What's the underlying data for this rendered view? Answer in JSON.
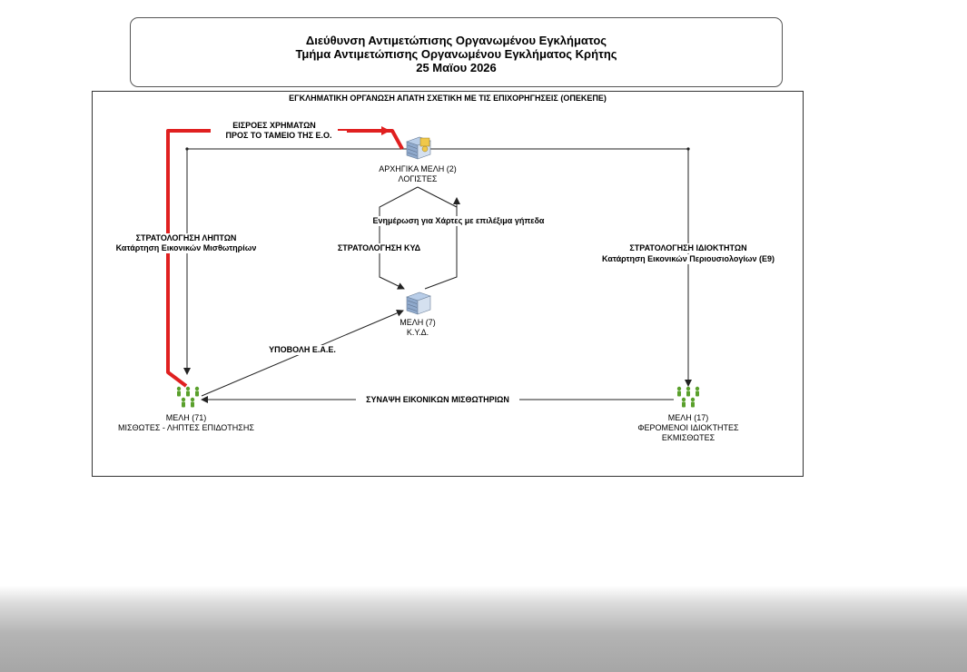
{
  "header": {
    "line1": "Διεύθυνση Αντιμετώπισης Οργανωμένου Εγκλήματος",
    "line2": "Τμήμα Αντιμετώπισης Οργανωμένου Εγκλήματος Κρήτης",
    "line3": "25 Μαϊου 2026"
  },
  "diagram": {
    "title": "ΕΓΚΛΗΜΑΤΙΚΗ ΟΡΓΑΝΩΣΗ ΑΠΑΤΗ ΣΧΕΤΙΚΗ ΜΕ ΤΙΣ ΕΠΙΧΟΡΗΓΗΣΕΙΣ (ΟΠΕΚΕΠΕ)",
    "nodes": {
      "leaders": {
        "label1": "ΑΡΧΗΓΙΚΑ ΜΕΛΗ (2)",
        "label2": "ΛΟΓΙΣΤΕΣ",
        "icon": "server-rack-icon"
      },
      "kyd": {
        "label1": "ΜΕΛΗ (7)",
        "label2": "Κ.Υ.Δ.",
        "icon": "server-rack-icon"
      },
      "tenants": {
        "label1": "ΜΕΛΗ  (71)",
        "label2": "ΜΙΣΘΩΤΕΣ - ΛΗΠΤΕΣ ΕΠΙΔΟΤΗΣΗΣ",
        "icon": "people-group-icon"
      },
      "owners": {
        "label1": "ΜΕΛΗ  (17)",
        "label2": "ΦΕΡΟΜΕΝΟΙ    ΙΔΙΟΚΤΗΤΕΣ",
        "label3": "ΕΚΜΙΣΘΩΤΕΣ",
        "icon": "people-group-icon"
      }
    },
    "edges": {
      "money_flow_1": "ΕΙΣΡΟΕΣ ΧΡΗΜΑΤΩΝ",
      "money_flow_2": "ΠΡΟΣ ΤΟ ΤΑΜΕΙΟ ΤΗΣ Ε.Ο.",
      "recruit_recipients_1": "ΣΤΡΑΤΟΛΟΓΗΣΗ ΛΗΠΤΩΝ",
      "recruit_recipients_2": "Κατάρτηση Εικονικών Μισθωτηρίων",
      "update_maps": "Ενημέρωση για Χάρτες με επιλέξιμα γήπεδα",
      "recruit_kyd": "ΣΤΡΑΤΟΛΟΓΗΣΗ ΚΥΔ",
      "recruit_owners_1": "ΣΤΡΑΤΟΛΟΓΗΣΗ ΙΔΙΟΚΤΗΤΩΝ",
      "recruit_owners_2": "Κατάρτηση Εικονικών Περιουσιολογίων (Ε9)",
      "submit_eae": "ΥΠΟΒΟΛΗ Ε.Α.Ε.",
      "fake_leases": "ΣΥΝΑΨΗ ΕΙΚΟΝΙΚΩΝ ΜΙΣΘΩΤΗΡΙΩΝ"
    },
    "colors": {
      "money_flow": "#e02020",
      "edge": "#222222",
      "people": "#5aa02c"
    }
  }
}
